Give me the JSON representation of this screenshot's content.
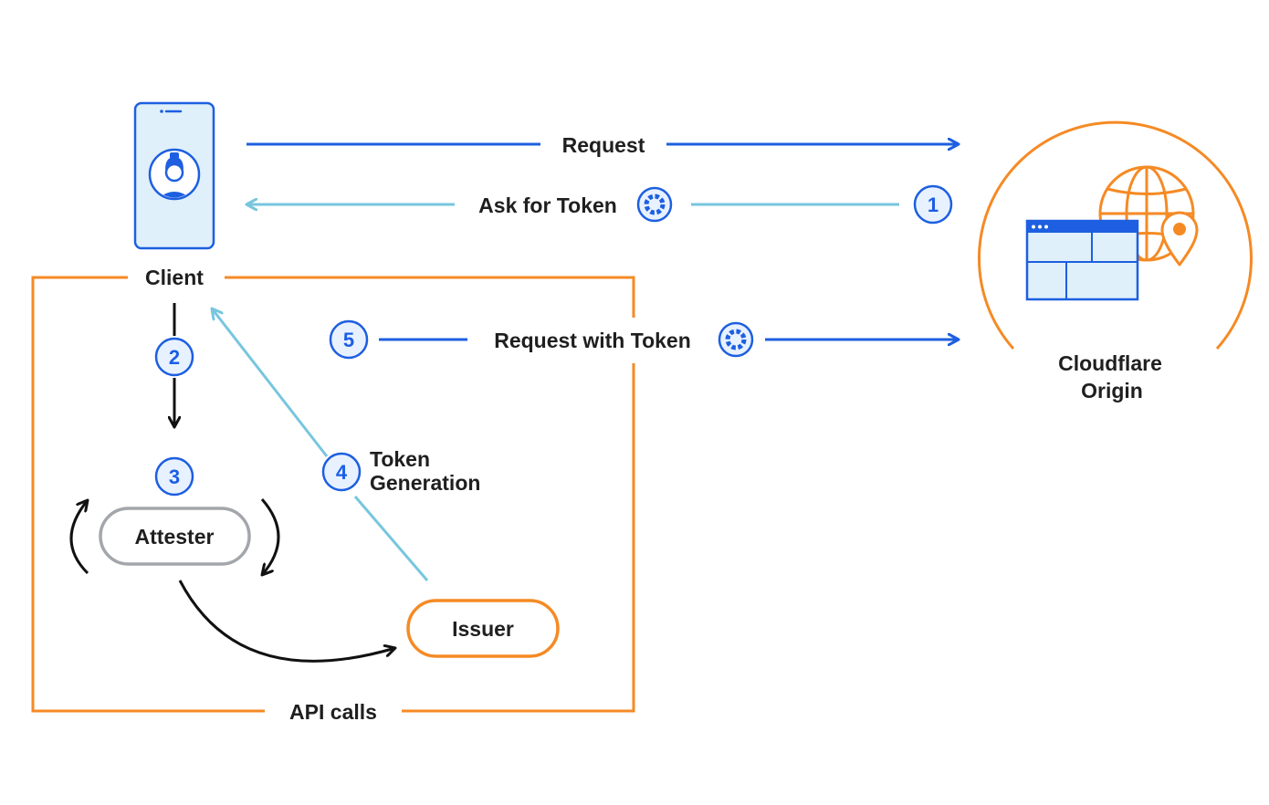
{
  "colors": {
    "dark_blue": "#1d5fe0",
    "light_blue": "#77c6de",
    "orange": "#f58a24",
    "black": "#111111",
    "grey": "#a3a6aa",
    "step_fill": "#e8f1ff",
    "phone_fill": "#dff0fb"
  },
  "nodes": {
    "client": "Client",
    "attester": "Attester",
    "issuer": "Issuer",
    "origin_line1": "Cloudflare",
    "origin_line2": "Origin",
    "api_calls": "API calls"
  },
  "flows": {
    "request": "Request",
    "ask_for_token": "Ask for Token",
    "request_with_token": "Request with Token",
    "token_generation_line1": "Token",
    "token_generation_line2": "Generation"
  },
  "steps": {
    "s1": "1",
    "s2": "2",
    "s3": "3",
    "s4": "4",
    "s5": "5"
  },
  "icons": [
    "phone-icon",
    "user-avatar-icon",
    "token-icon",
    "globe-icon",
    "browser-window-icon",
    "location-pin-icon"
  ]
}
